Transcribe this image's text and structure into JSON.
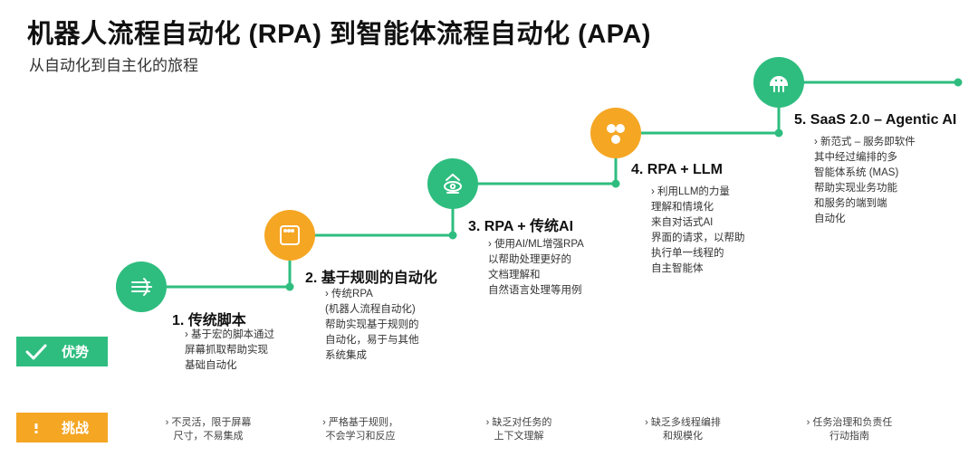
{
  "title": "机器人流程自动化 (RPA) 到智能体流程自动化 (APA)",
  "subtitle": "从自动化到自主化的旅程",
  "colors": {
    "green": "#2ebd7f",
    "orange": "#f5a623"
  },
  "tags": {
    "advantage": "优势",
    "challenge": "挑战"
  },
  "steps": [
    {
      "title": "1. 传统脚本",
      "icon": "script-lines-icon",
      "desc": [
        "› 基于宏的脚本通过",
        "屏幕抓取帮助实现",
        "基础自动化"
      ],
      "challenge": [
        "› 不灵活，限于屏幕",
        "尺寸，不易集成"
      ]
    },
    {
      "title": "2. 基于规则的自动化",
      "icon": "window-icon",
      "desc": [
        "› 传统RPA",
        "(机器人流程自动化)",
        "帮助实现基于规则的",
        "自动化，易于与其他",
        "系统集成"
      ],
      "challenge": [
        "› 严格基于规则，",
        "不会学习和反应"
      ]
    },
    {
      "title": "3. RPA + 传统AI",
      "icon": "ai-eye-icon",
      "desc": [
        "› 使用AI/ML增强RPA",
        "以帮助处理更好的",
        "文档理解和",
        "自然语言处理等用例"
      ],
      "challenge": [
        "› 缺乏对任务的",
        "上下文理解"
      ]
    },
    {
      "title": "4. RPA + LLM",
      "icon": "network-nodes-icon",
      "desc": [
        "› 利用LLM的力量",
        "理解和情境化",
        "来自对话式AI",
        "界面的请求，以帮助",
        "执行单一线程的",
        "自主智能体"
      ],
      "challenge": [
        "› 缺乏多线程编排",
        "和规模化"
      ]
    },
    {
      "title": "5. SaaS 2.0 – Agentic AI",
      "icon": "robot-icon",
      "desc": [
        "› 新范式 – 服务即软件",
        "其中经过编排的多",
        "智能体系统 (MAS)",
        "帮助实现业务功能",
        "和服务的端到端",
        "自动化"
      ],
      "challenge": [
        "› 任务治理和负责任",
        "行动指南"
      ]
    }
  ]
}
